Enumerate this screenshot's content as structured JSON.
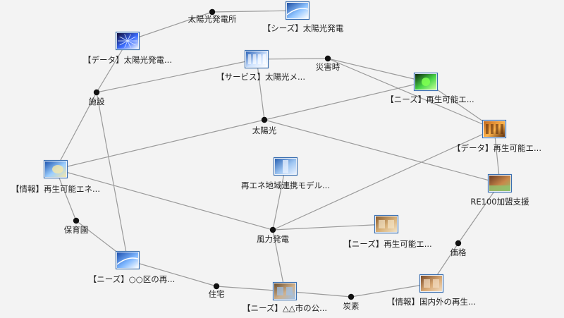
{
  "nodes": [
    {
      "id": "n1",
      "kind": "dot",
      "label": "太陽光発電所"
    },
    {
      "id": "n2",
      "kind": "thumb",
      "label": "【シーズ】太陽光発電",
      "theme": "sky",
      "colors": [
        "#1f4fa3",
        "#8ec3ff",
        "#ffffff"
      ]
    },
    {
      "id": "n3",
      "kind": "thumb",
      "label": "【データ】太陽光発電...",
      "theme": "burst",
      "colors": [
        "#120d3a",
        "#3a6cff",
        "#f0f7ff"
      ]
    },
    {
      "id": "n4",
      "kind": "thumb",
      "label": "【サービス】太陽光メ...",
      "theme": "panel",
      "colors": [
        "#2b63b8",
        "#cfe3ff",
        "#ffffff"
      ]
    },
    {
      "id": "n5",
      "kind": "dot",
      "label": "災害時"
    },
    {
      "id": "n6",
      "kind": "thumb",
      "label": "【ニーズ】再生可能エ...",
      "theme": "green",
      "colors": [
        "#0b2a0b",
        "#49d74a",
        "#c6ff9a"
      ]
    },
    {
      "id": "n7",
      "kind": "dot",
      "label": "施設"
    },
    {
      "id": "n8",
      "kind": "dot",
      "label": "太陽光"
    },
    {
      "id": "n9",
      "kind": "thumb",
      "label": "【データ】再生可能エ...",
      "theme": "city",
      "colors": [
        "#c2671c",
        "#ffb44a",
        "#5a2c0a"
      ]
    },
    {
      "id": "n10",
      "kind": "thumb",
      "label": "【情報】再生可能エネ...",
      "theme": "map",
      "colors": [
        "#1d55b0",
        "#9ed0ff",
        "#f6e7a8"
      ]
    },
    {
      "id": "n11",
      "kind": "thumb",
      "label": "再エネ地域連携モデル...",
      "theme": "tower",
      "colors": [
        "#2a62b3",
        "#9fc6f2",
        "#e9f2ff"
      ]
    },
    {
      "id": "n12",
      "kind": "thumb",
      "label": "RE100加盟支援",
      "theme": "field",
      "colors": [
        "#6b3a22",
        "#c9874a",
        "#8fc36e"
      ]
    },
    {
      "id": "n13",
      "kind": "dot",
      "label": "保育園"
    },
    {
      "id": "n14",
      "kind": "dot",
      "label": "風力発電"
    },
    {
      "id": "n15",
      "kind": "thumb",
      "label": "【ニーズ】再生可能エ...",
      "theme": "room",
      "colors": [
        "#8a5a2a",
        "#d9b27a",
        "#f3e4c6"
      ]
    },
    {
      "id": "n16",
      "kind": "dot",
      "label": "価格"
    },
    {
      "id": "n17",
      "kind": "thumb",
      "label": "【ニーズ】○○区の再...",
      "theme": "sky2",
      "colors": [
        "#1c4fae",
        "#7db6ff",
        "#ffffff"
      ]
    },
    {
      "id": "n18",
      "kind": "dot",
      "label": "住宅"
    },
    {
      "id": "n19",
      "kind": "thumb",
      "label": "【ニーズ】△△市の公...",
      "theme": "building",
      "colors": [
        "#6a4b2a",
        "#d0b08a",
        "#9ec2ea"
      ]
    },
    {
      "id": "n20",
      "kind": "dot",
      "label": "炭素"
    },
    {
      "id": "n21",
      "kind": "thumb",
      "label": "【情報】国内外の再生...",
      "theme": "interior",
      "colors": [
        "#7a4a28",
        "#d8a873",
        "#f2dcc0"
      ]
    }
  ],
  "edges": [
    [
      "n3",
      "n1"
    ],
    [
      "n1",
      "n2"
    ],
    [
      "n3",
      "n7"
    ],
    [
      "n7",
      "n4"
    ],
    [
      "n7",
      "n10"
    ],
    [
      "n7",
      "n17"
    ],
    [
      "n4",
      "n5"
    ],
    [
      "n5",
      "n6"
    ],
    [
      "n5",
      "n9"
    ],
    [
      "n4",
      "n8"
    ],
    [
      "n8",
      "n10"
    ],
    [
      "n8",
      "n6"
    ],
    [
      "n8",
      "n12"
    ],
    [
      "n10",
      "n14"
    ],
    [
      "n10",
      "n13"
    ],
    [
      "n13",
      "n17"
    ],
    [
      "n11",
      "n14"
    ],
    [
      "n14",
      "n9"
    ],
    [
      "n14",
      "n15"
    ],
    [
      "n14",
      "n19"
    ],
    [
      "n17",
      "n18"
    ],
    [
      "n18",
      "n19"
    ],
    [
      "n19",
      "n20"
    ],
    [
      "n20",
      "n21"
    ],
    [
      "n21",
      "n16"
    ],
    [
      "n16",
      "n12"
    ],
    [
      "n6",
      "n9"
    ],
    [
      "n9",
      "n12"
    ]
  ]
}
